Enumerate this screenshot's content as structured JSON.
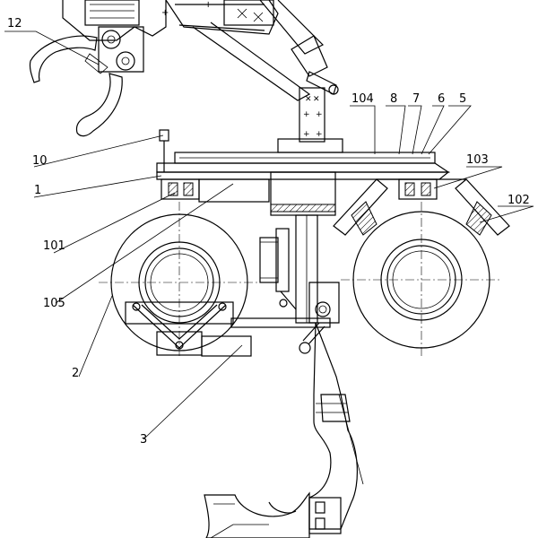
{
  "labels": {
    "l12": "12",
    "l10": "10",
    "l1": "1",
    "l101": "101",
    "l105": "105",
    "l2": "2",
    "l3": "3",
    "l104": "104",
    "l8": "8",
    "l7": "7",
    "l6": "6",
    "l5": "5",
    "l103": "103",
    "l102": "102"
  }
}
